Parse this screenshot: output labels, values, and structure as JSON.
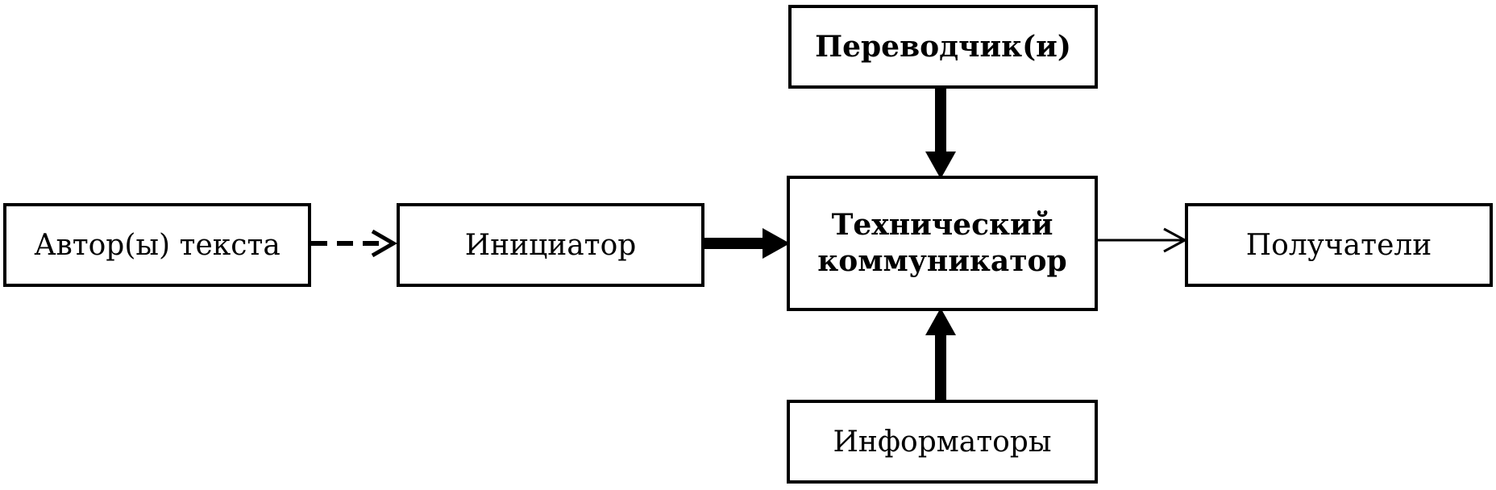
{
  "diagram": {
    "nodes": {
      "author": {
        "label": "Автор(ы) текста"
      },
      "initiator": {
        "label": "Инициатор"
      },
      "translator": {
        "label": "Переводчик(и)"
      },
      "communicator": {
        "label_line1": "Технический",
        "label_line2": "коммуникатор"
      },
      "recipients": {
        "label": "Получатели"
      },
      "informants": {
        "label": "Информаторы"
      }
    },
    "edges": [
      {
        "from": "Автор(ы) текста",
        "to": "Инициатор",
        "style": "dashed"
      },
      {
        "from": "Инициатор",
        "to": "Технический коммуникатор",
        "style": "thick"
      },
      {
        "from": "Переводчик(и)",
        "to": "Технический коммуникатор",
        "style": "thick"
      },
      {
        "from": "Информаторы",
        "to": "Технический коммуникатор",
        "style": "thick"
      },
      {
        "from": "Технический коммуникатор",
        "to": "Получатели",
        "style": "thin"
      }
    ]
  }
}
